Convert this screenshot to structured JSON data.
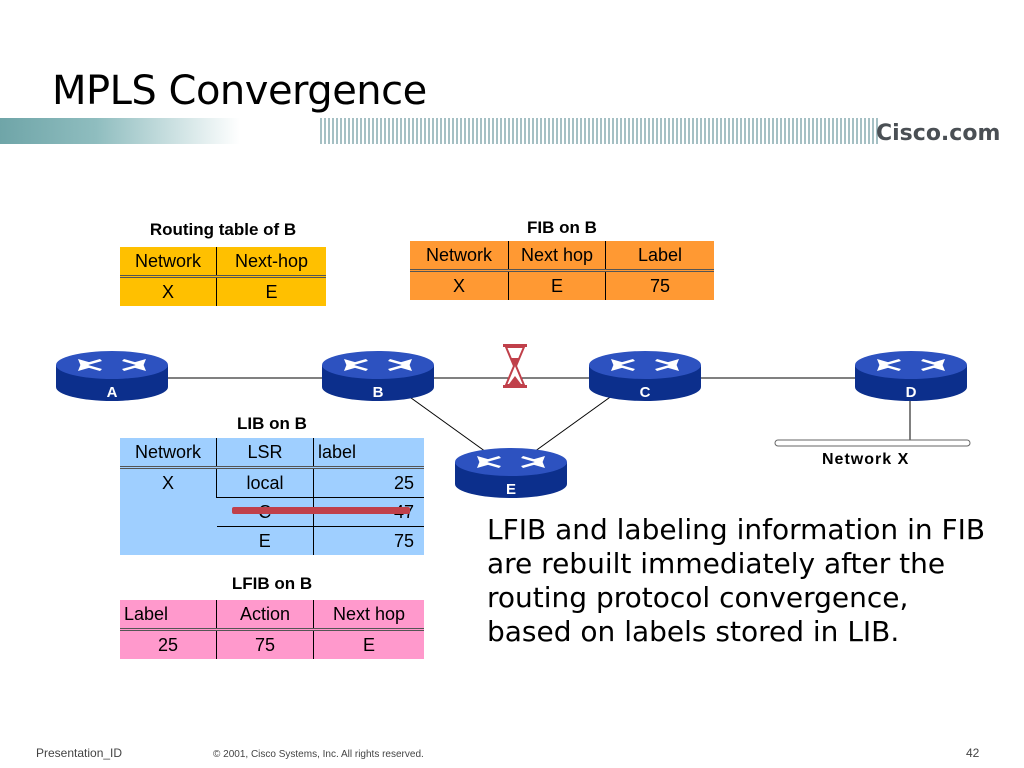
{
  "slide": {
    "title": "MPLS Convergence",
    "logo": "Cisco.com",
    "footer_left": "Presentation_ID",
    "footer_center": "© 2001, Cisco Systems, Inc. All rights reserved.",
    "page_number": "42"
  },
  "routing_table": {
    "caption": "Routing table of B",
    "headers": [
      "Network",
      "Next-hop"
    ],
    "rows": [
      [
        "X",
        "E"
      ]
    ]
  },
  "fib": {
    "caption": "FIB on B",
    "headers": [
      "Network",
      "Next hop",
      "Label"
    ],
    "rows": [
      [
        "X",
        "E",
        "75"
      ]
    ]
  },
  "lib": {
    "caption": "LIB on B",
    "headers": [
      "Network",
      "LSR",
      "label"
    ],
    "network": "X",
    "rows": [
      [
        "local",
        "25"
      ],
      [
        "C",
        "47"
      ],
      [
        "E",
        "75"
      ]
    ]
  },
  "lfib": {
    "caption": "LFIB on B",
    "headers": [
      "Label",
      "Action",
      "Next hop"
    ],
    "rows": [
      [
        "25",
        "75",
        "E"
      ]
    ]
  },
  "routers": {
    "a": "A",
    "b": "B",
    "c": "C",
    "d": "D",
    "e": "E"
  },
  "network_label": "Network X",
  "note": "LFIB and labeling information in FIB are rebuilt immediately after the routing protocol convergence, based on labels stored in LIB.",
  "colors": {
    "routing_table": "#ffc000",
    "fib": "#ff9933",
    "lib": "#9fcfff",
    "lfib": "#ff99cc",
    "router": "#1a3fa8",
    "strike": "#c0404a"
  }
}
